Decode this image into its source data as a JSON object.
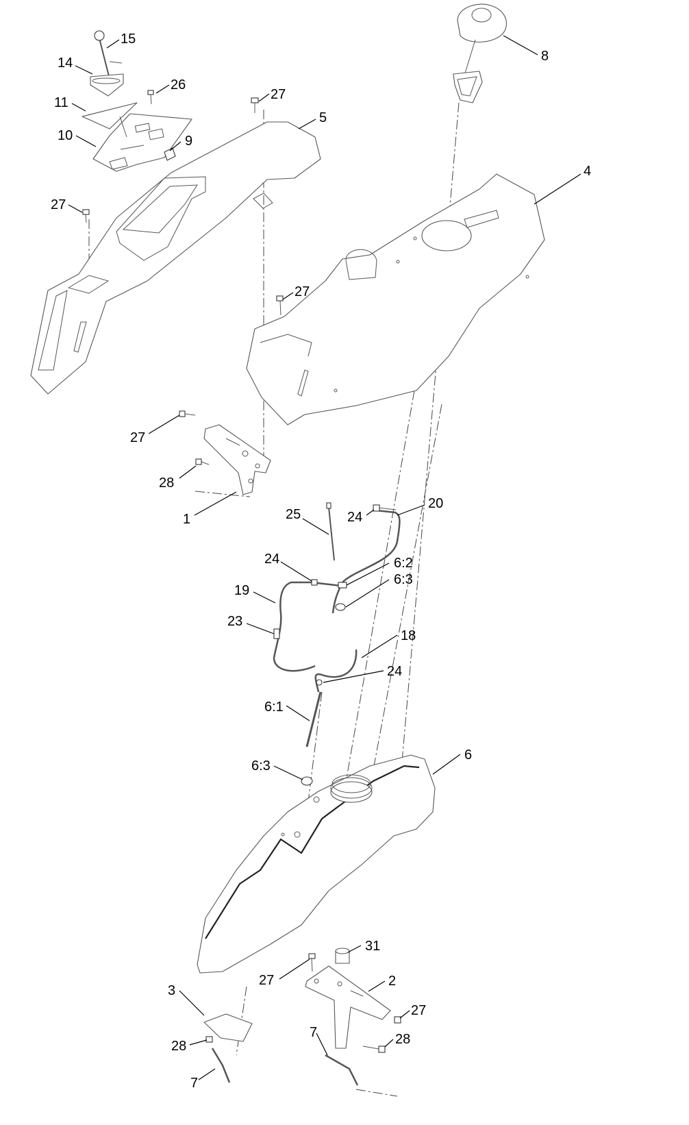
{
  "callouts": [
    {
      "id": "c15",
      "text": "15"
    },
    {
      "id": "c14",
      "text": "14"
    },
    {
      "id": "c26",
      "text": "26"
    },
    {
      "id": "c27a",
      "text": "27"
    },
    {
      "id": "c11",
      "text": "11"
    },
    {
      "id": "c5",
      "text": "5"
    },
    {
      "id": "c10",
      "text": "10"
    },
    {
      "id": "c9",
      "text": "9"
    },
    {
      "id": "c27b",
      "text": "27"
    },
    {
      "id": "c8",
      "text": "8"
    },
    {
      "id": "c4",
      "text": "4"
    },
    {
      "id": "c27c",
      "text": "27"
    },
    {
      "id": "c27d",
      "text": "27"
    },
    {
      "id": "c28a",
      "text": "28"
    },
    {
      "id": "c1",
      "text": "1"
    },
    {
      "id": "c25",
      "text": "25"
    },
    {
      "id": "c24a",
      "text": "24"
    },
    {
      "id": "c20",
      "text": "20"
    },
    {
      "id": "c24b",
      "text": "24"
    },
    {
      "id": "c62",
      "text": "6:2"
    },
    {
      "id": "c63a",
      "text": "6:3"
    },
    {
      "id": "c19",
      "text": "19"
    },
    {
      "id": "c23",
      "text": "23"
    },
    {
      "id": "c18",
      "text": "18"
    },
    {
      "id": "c24c",
      "text": "24"
    },
    {
      "id": "c61",
      "text": "6:1"
    },
    {
      "id": "c6",
      "text": "6"
    },
    {
      "id": "c63b",
      "text": "6:3"
    },
    {
      "id": "c31",
      "text": "31"
    },
    {
      "id": "c3",
      "text": "3"
    },
    {
      "id": "c27e",
      "text": "27"
    },
    {
      "id": "c2",
      "text": "2"
    },
    {
      "id": "c27f",
      "text": "27"
    },
    {
      "id": "c7a",
      "text": "7"
    },
    {
      "id": "c28b",
      "text": "28"
    },
    {
      "id": "c28c",
      "text": "28"
    },
    {
      "id": "c7b",
      "text": "7"
    }
  ]
}
